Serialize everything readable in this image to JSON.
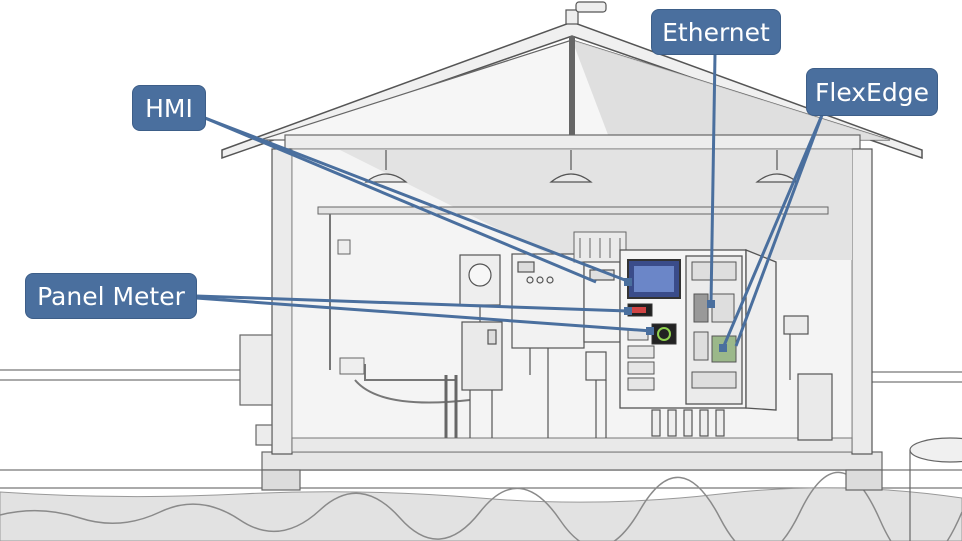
{
  "labels": {
    "hmi": "HMI",
    "ethernet": "Ethernet",
    "flexedge": "FlexEdge",
    "panel_meter": "Panel Meter"
  },
  "colors": {
    "callout_fill": "#4a6f9e",
    "leader_line": "#4a6f9e",
    "line_art": "#555555",
    "wall_fill": "#ececec",
    "shadow_fill": "#d6d6d6"
  }
}
